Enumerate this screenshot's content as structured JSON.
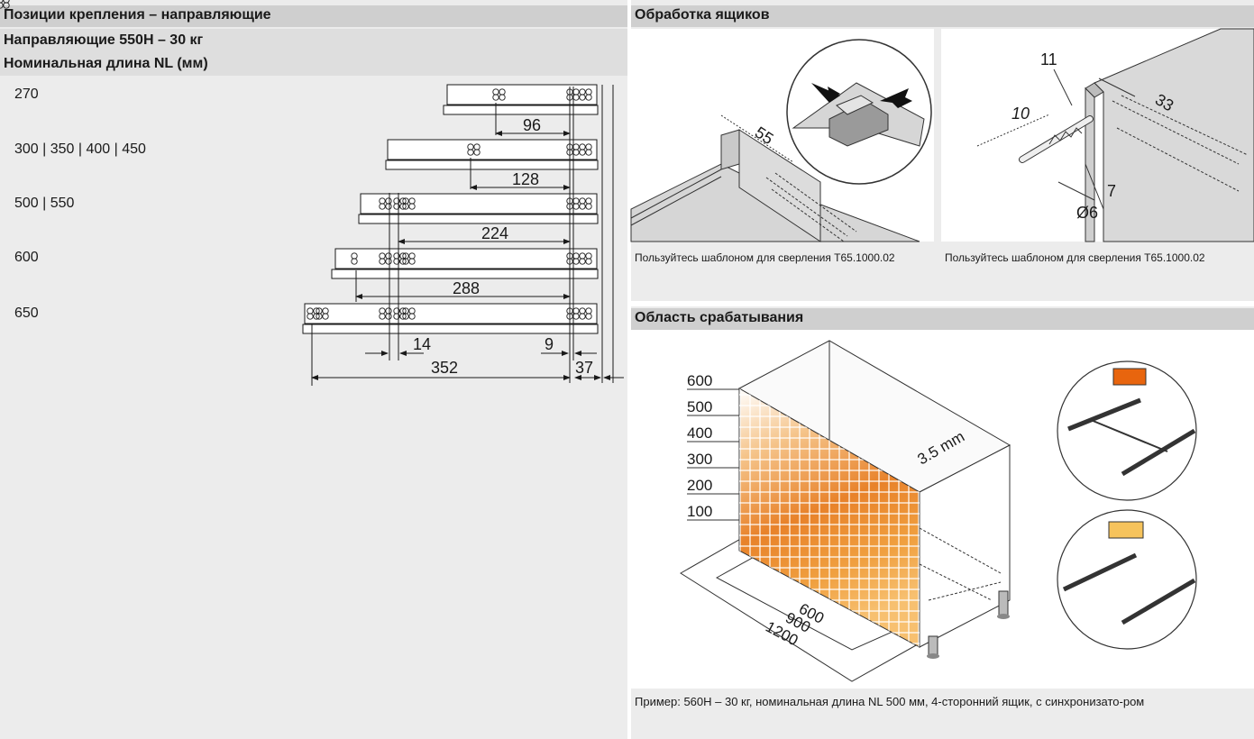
{
  "left": {
    "header": "Позиции крепления – направляющие",
    "subheader1": "Направляющие 550H – 30 кг",
    "subheader2": "Номинальная длина NL (мм)",
    "rows": [
      {
        "label": "270",
        "dimension": "96"
      },
      {
        "label": "300 | 350 | 400 | 450",
        "dimension": "128"
      },
      {
        "label": "500 | 550",
        "dimension": "224"
      },
      {
        "label": "600",
        "dimension": "288"
      },
      {
        "label": "650",
        "dimension": ""
      }
    ],
    "bottom_dims": {
      "d14": "14",
      "d9": "9",
      "d352": "352",
      "d37": "37"
    }
  },
  "right_top": {
    "header": "Обработка ящиков",
    "left_figure": {
      "dim": "55",
      "caption": "Пользуйтесь шаблоном для сверления T65.1000.02"
    },
    "right_figure": {
      "dim_11": "11",
      "dim_33": "33",
      "dim_10": "10",
      "dim_7": "7",
      "dim_d6": "Ø6",
      "caption": "Пользуйтесь шаблоном для сверления T65.1000.02"
    }
  },
  "right_bottom": {
    "header": "Область срабатывания",
    "height_scale": [
      "600",
      "500",
      "400",
      "300",
      "200",
      "100"
    ],
    "depths": [
      "600",
      "900",
      "1200"
    ],
    "gap": "3.5 mm",
    "colors": {
      "orange": "#e8650e",
      "yellow": "#f6c35c"
    },
    "caption": "Пример: 560H – 30 кг, номинальная длина NL 500 мм, 4-сторонний ящик, с синхронизато-ром"
  }
}
